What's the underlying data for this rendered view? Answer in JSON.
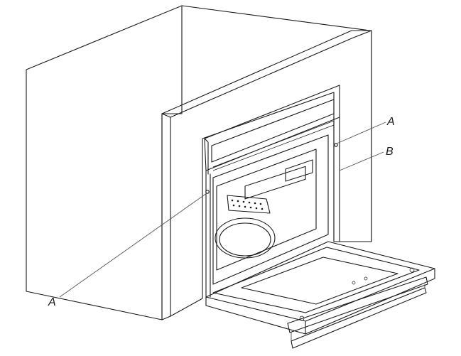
{
  "callouts": {
    "a_top": "A",
    "a_bottom": "A",
    "b_right": "B"
  }
}
